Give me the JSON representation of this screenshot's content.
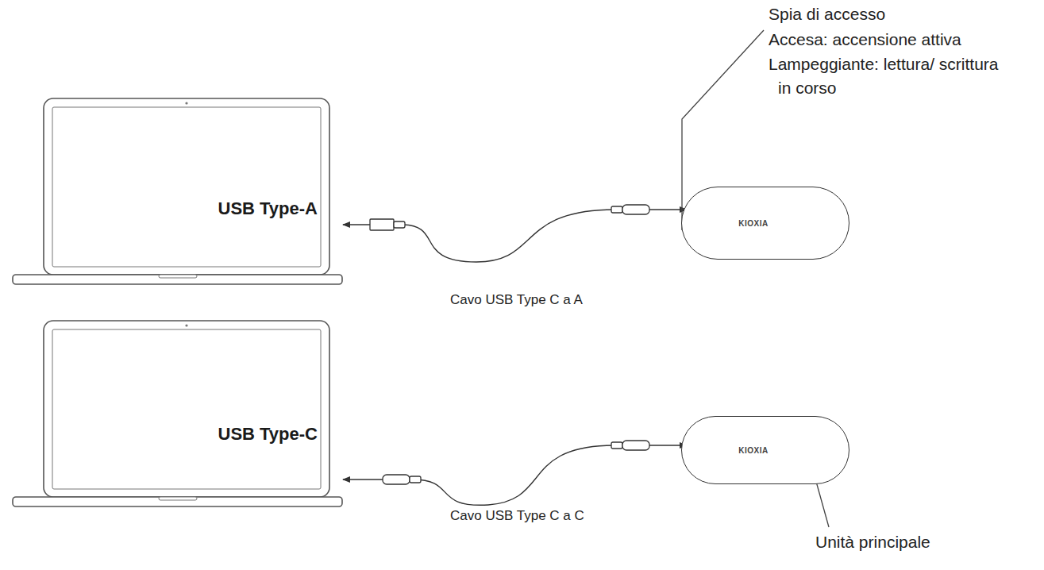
{
  "diagram": {
    "nodes": [
      {
        "text": [
          "USB Type-A"
        ]
      },
      {
        "text": [
          "KIOXIA"
        ]
      },
      {
        "text": [
          "USB Type-C"
        ]
      },
      {
        "text": [
          "KIOXIA"
        ]
      }
    ],
    "edges": [
      {
        "from": 0,
        "to": 1,
        "arrow": "both",
        "label": "Cavo USB Type C a A"
      },
      {
        "from": 2,
        "to": 3,
        "arrow": "both",
        "label": "Cavo USB Type C a C"
      }
    ],
    "labels": [
      "Spia di accesso",
      "Accesa: accensione attiva",
      "Lampeggiante: lettura/ scrittura in corso",
      "Unità principale"
    ]
  }
}
